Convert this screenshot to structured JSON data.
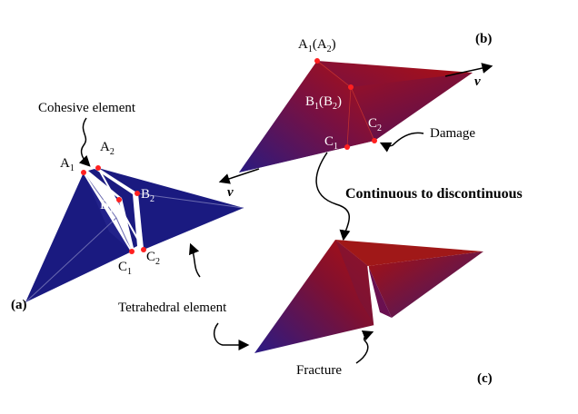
{
  "panels": {
    "a": "(a)",
    "b": "(b)",
    "c": "(c)"
  },
  "labels": {
    "cohesive_element": "Cohesive element",
    "tetrahedral_element": "Tetrahedral element",
    "damage": "Damage",
    "fracture": "Fracture",
    "transition": "Continuous to discontinuous",
    "velocity": "v"
  },
  "nodes_a": {
    "a1": "A",
    "a1_sub": "1",
    "a2": "A",
    "a2_sub": "2",
    "b1": "B",
    "b1_sub": "1",
    "b2": "B",
    "b2_sub": "2",
    "c1": "C",
    "c1_sub": "1",
    "c2": "C",
    "c2_sub": "2"
  },
  "nodes_b": {
    "a_main": "A",
    "a_sub1": "1",
    "a_paren": "(A",
    "a_sub2": "2",
    "a_close": ")",
    "b_main": "B",
    "b_sub1": "1",
    "b_paren": "(B",
    "b_sub2": "2",
    "b_close": ")",
    "c1": "C",
    "c1_sub": "1",
    "c2": "C",
    "c2_sub": "2"
  },
  "colors": {
    "tet_blue": "#1a1a80",
    "grad_red": "#a01010",
    "grad_purple": "#3a1a78",
    "node_red": "#ff2020",
    "edge_white": "#ffffff"
  }
}
